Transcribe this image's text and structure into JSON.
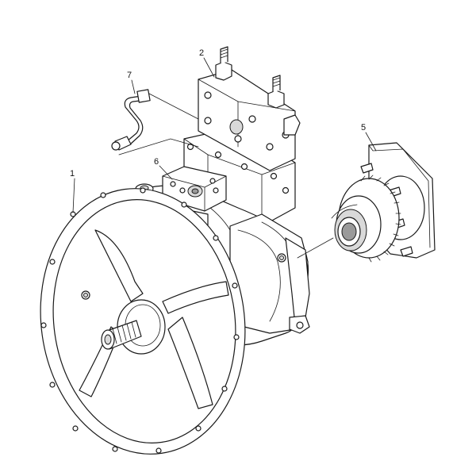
{
  "callouts": {
    "c1": "1",
    "c2": "2",
    "c5": "5",
    "c6": "6",
    "c7": "7"
  }
}
